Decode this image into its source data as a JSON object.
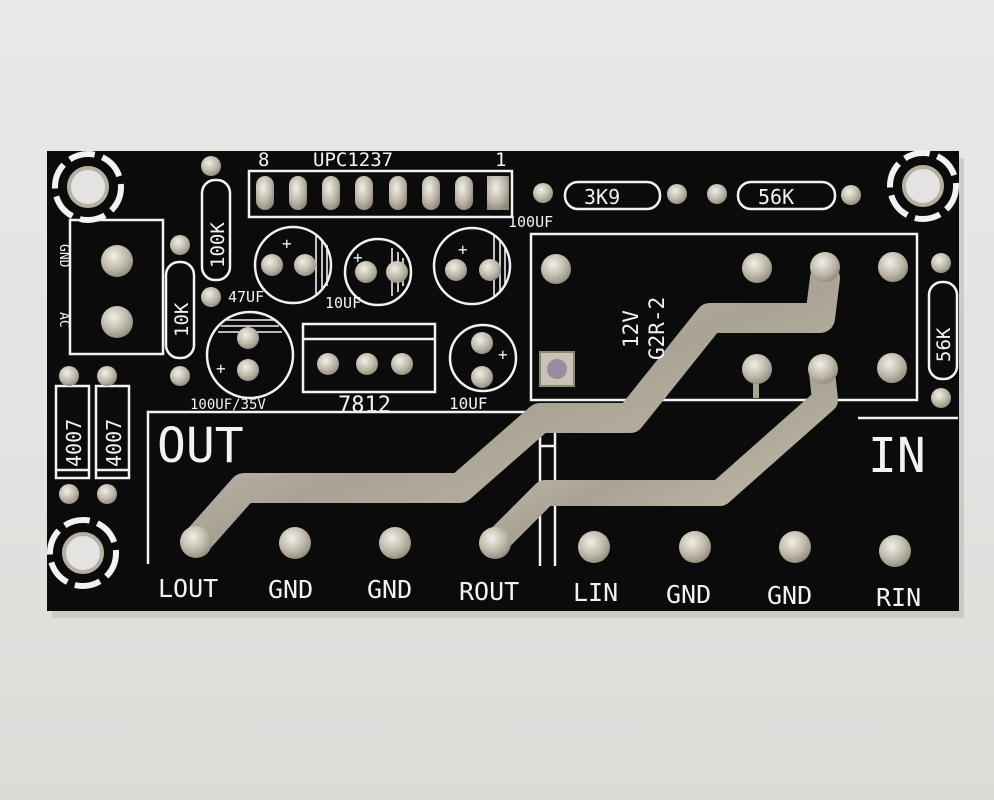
{
  "board": {
    "ic_pin_8": "8",
    "ic_name": "UPC1237",
    "ic_pin_1": "1",
    "cap_100uf_top": "100UF",
    "res_3k9": "3K9",
    "res_56k_top": "56K",
    "res_100k": "100K",
    "res_10k": "10K",
    "cap_47uf": "47UF",
    "cap_10uf_mid": "10UF",
    "power_gnd": "GND",
    "power_ac": "AC",
    "relay_voltage": "12V",
    "relay_model": "G2R-2",
    "res_56k_right": "56K",
    "cap_100uf_35v": "100UF/35V",
    "regulator": "7812",
    "cap_10uf_right": "10UF",
    "diode_1": "4007",
    "diode_2": "4007",
    "out_title": "OUT",
    "in_title": "IN",
    "terminals": [
      "LOUT",
      "GND",
      "GND",
      "ROUT",
      "LIN",
      "GND",
      "GND",
      "RIN"
    ]
  },
  "colors": {
    "pcb": "#0b0b0b",
    "silkscreen": "#f2f2f2",
    "tin": "#b9b3a6",
    "background": "#e6e5e3"
  }
}
